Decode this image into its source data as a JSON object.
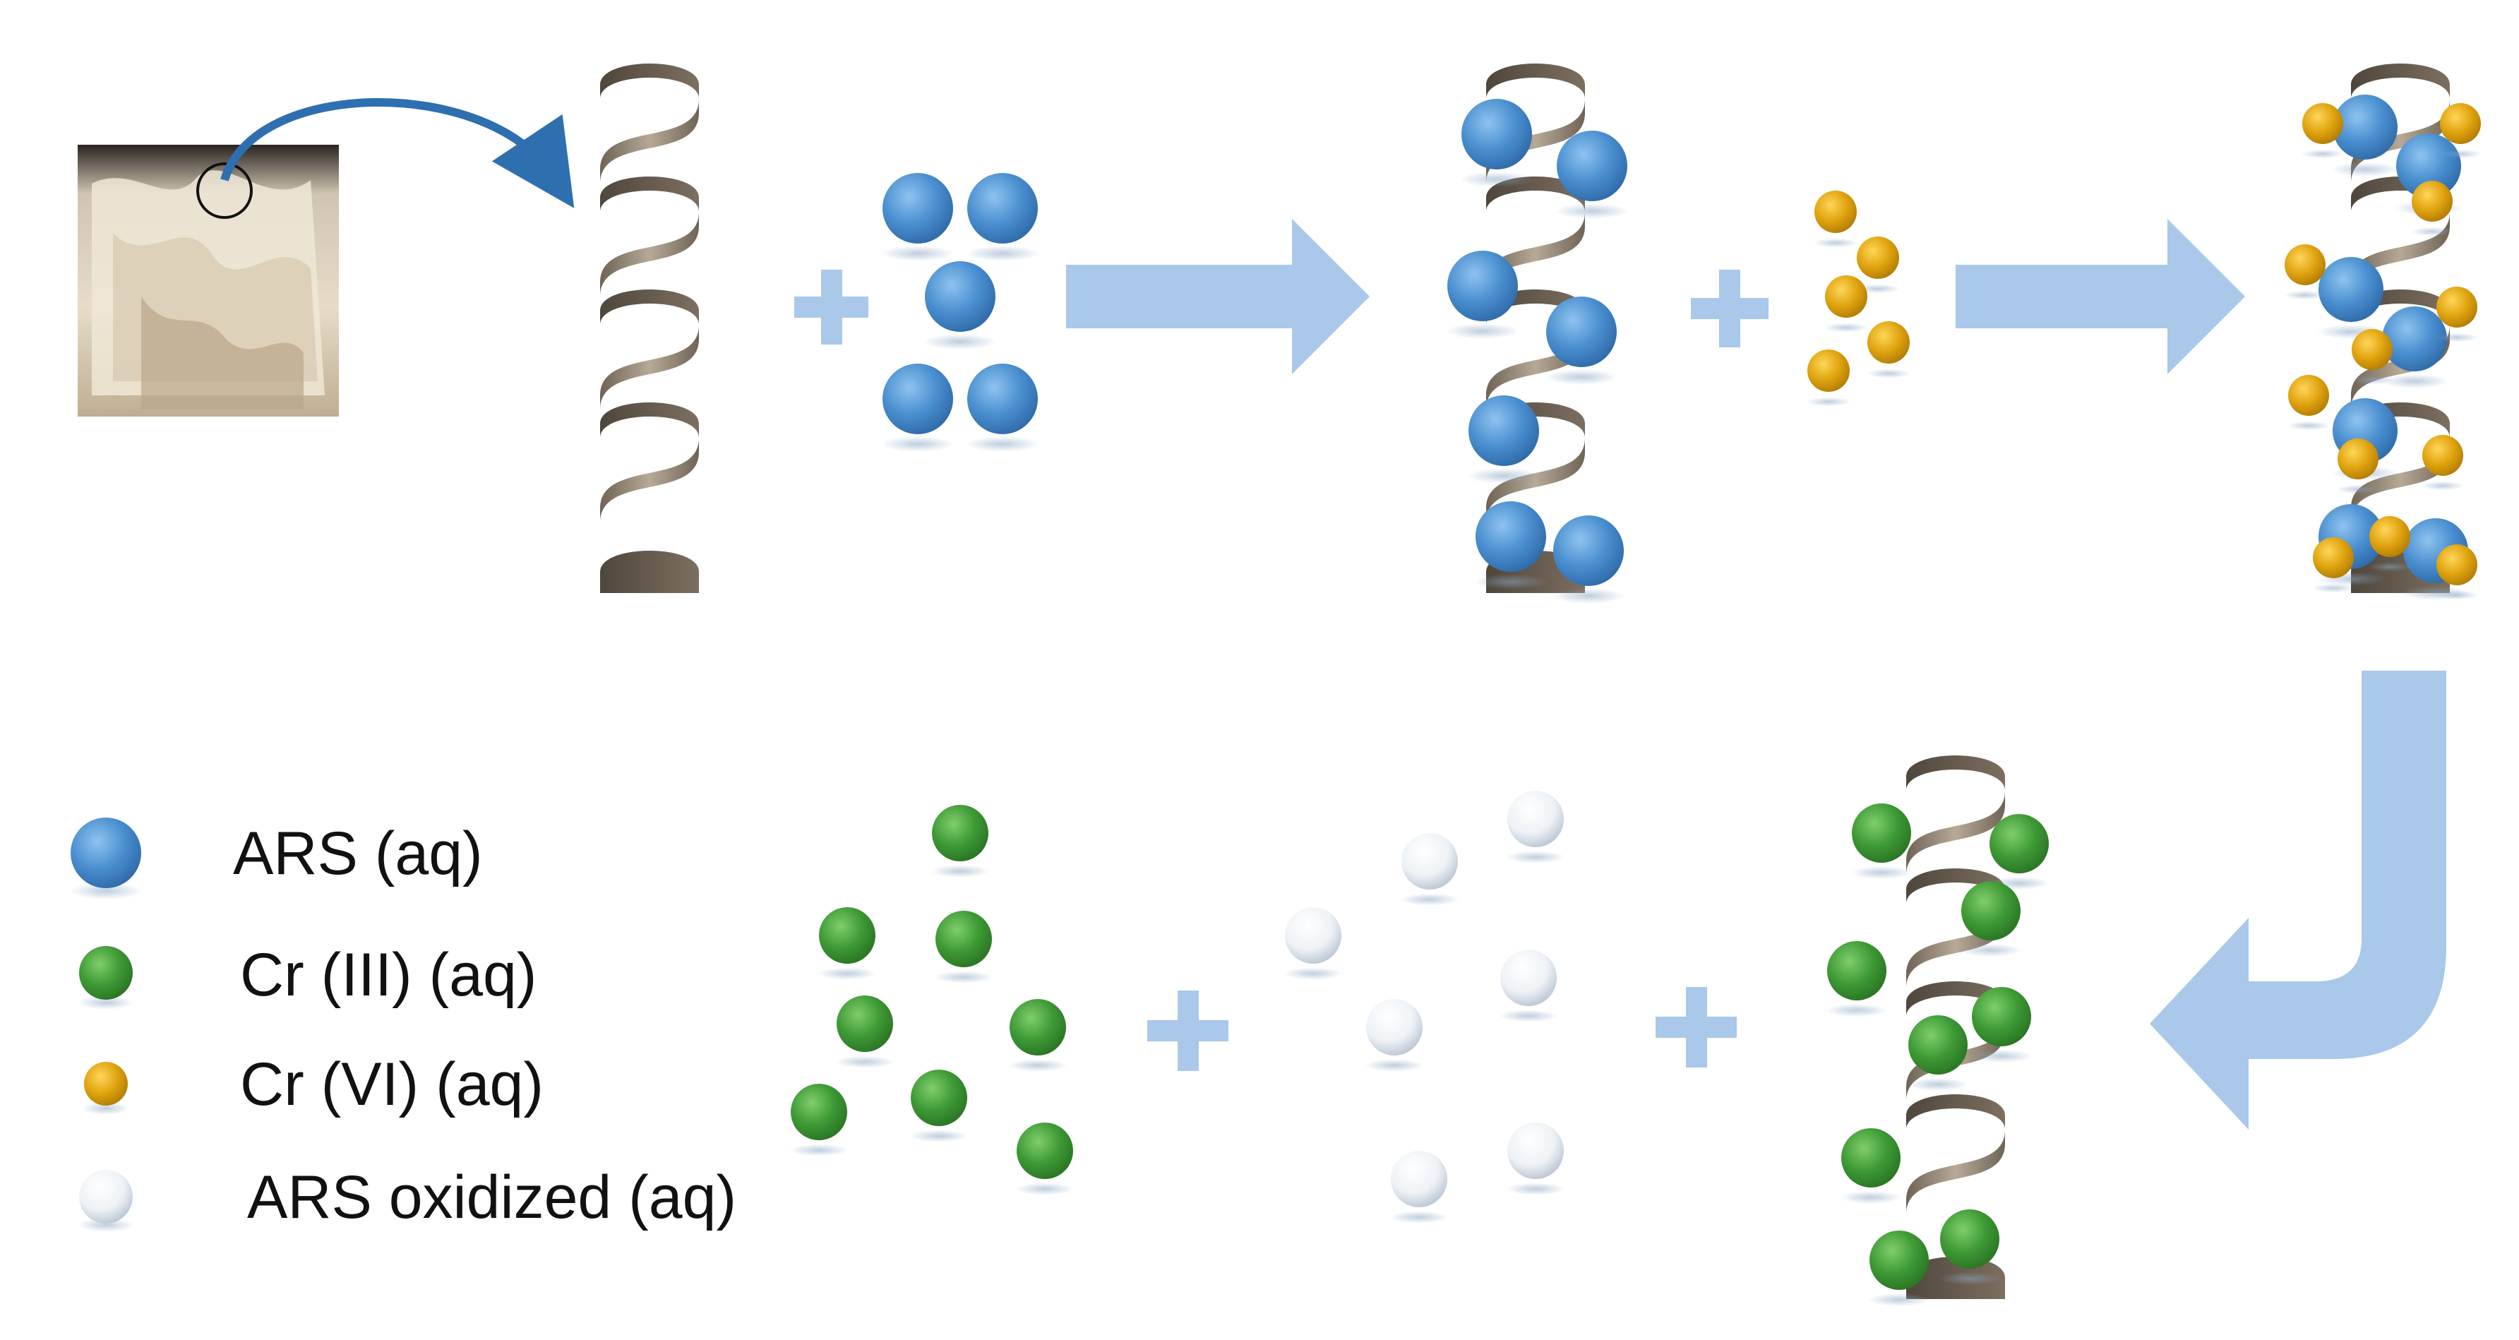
{
  "colors": {
    "ars": "#4a8fd0",
    "cr3": "#3e9a35",
    "cr6": "#e0a40f",
    "ars_oxidized": "#eef2f6",
    "arrow": "#a9c8ea",
    "helix": "#9a8b7a",
    "curved_arrow": "#2e6fb0"
  },
  "icons": {
    "fiber_photo": "cotton-fiber-photo",
    "helix": "fiber-helix-icon",
    "plus": "plus-icon",
    "arrow": "process-arrow-icon"
  },
  "legend": [
    {
      "key": "ars",
      "label": "ARS (aq)"
    },
    {
      "key": "cr3",
      "label": "Cr (III) (aq)"
    },
    {
      "key": "cr6",
      "label": "Cr (VI) (aq)"
    },
    {
      "key": "ars_oxidized",
      "label": "ARS oxidized (aq)"
    }
  ]
}
